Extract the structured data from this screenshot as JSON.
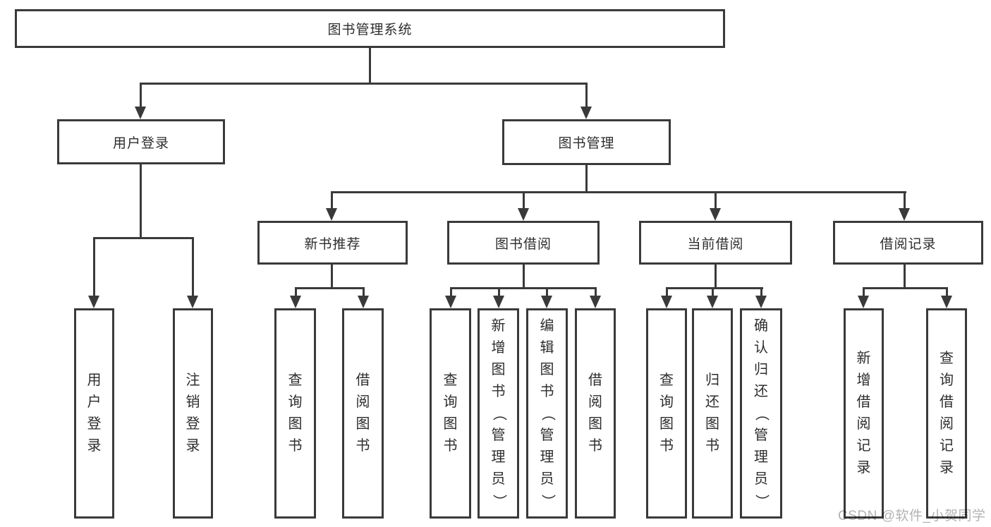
{
  "colors": {
    "line": "#3a3a3a",
    "box_border": "#3a3a3a",
    "text": "#2d2d2d",
    "watermark": "#b3b3b3",
    "background": "#ffffff"
  },
  "watermark": {
    "text": "CSDN @软件_小贺同学"
  },
  "tree": {
    "label": "图书管理系统",
    "children": [
      {
        "label": "用户登录",
        "children": [
          {
            "label": "用户登录"
          },
          {
            "label": "注销登录"
          }
        ]
      },
      {
        "label": "图书管理",
        "children": [
          {
            "label": "新书推荐",
            "children": [
              {
                "label": "查询图书"
              },
              {
                "label": "借阅图书"
              }
            ]
          },
          {
            "label": "图书借阅",
            "children": [
              {
                "label": "查询图书"
              },
              {
                "label": "新增图书（管理员）"
              },
              {
                "label": "编辑图书（管理员）"
              },
              {
                "label": "借阅图书"
              }
            ]
          },
          {
            "label": "当前借阅",
            "children": [
              {
                "label": "查询图书"
              },
              {
                "label": "归还图书"
              },
              {
                "label": "确认归还（管理员）"
              }
            ]
          },
          {
            "label": "借阅记录",
            "children": [
              {
                "label": "新增借阅记录"
              },
              {
                "label": "查询借阅记录"
              }
            ]
          }
        ]
      }
    ]
  }
}
